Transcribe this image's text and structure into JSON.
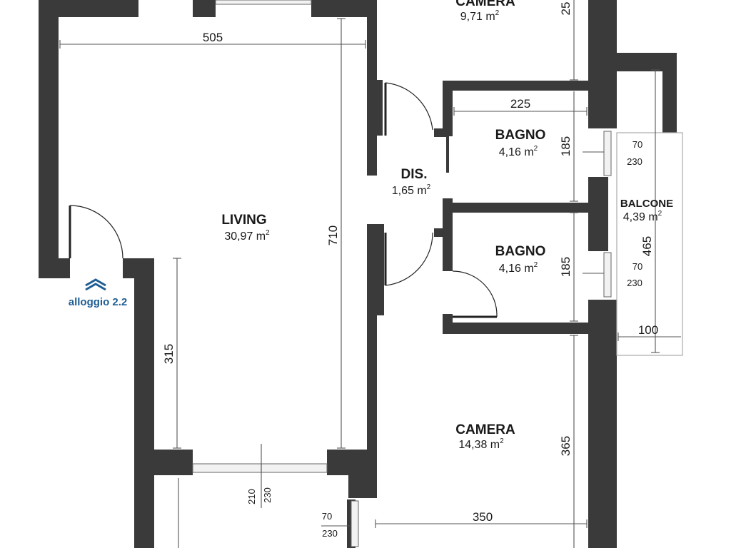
{
  "rooms": {
    "camera_top": {
      "name": "CAMERA",
      "area_num": "9,71 m",
      "area_sup": "2"
    },
    "living": {
      "name": "LIVING",
      "area_num": "30,97 m",
      "area_sup": "2"
    },
    "dis": {
      "name": "DIS.",
      "area_num": "1,65 m",
      "area_sup": "2"
    },
    "bagno_1": {
      "name": "BAGNO",
      "area_num": "4,16 m",
      "area_sup": "2"
    },
    "bagno_2": {
      "name": "BAGNO",
      "area_num": "4,16 m",
      "area_sup": "2"
    },
    "balcone": {
      "name": "BALCONE",
      "area_num": "4,39 m",
      "area_sup": "2"
    },
    "camera_bottom": {
      "name": "CAMERA",
      "area_num": "14,38 m",
      "area_sup": "2"
    }
  },
  "dimensions": {
    "living_width": "505",
    "living_depth": "710",
    "living_lower": "315",
    "camera_top_depth": "25",
    "bagno_width": "225",
    "bagno_1_depth": "185",
    "bagno_2_depth": "185",
    "balcone_length": "465",
    "balcone_depth": "100",
    "camera_bottom_depth": "365",
    "camera_bottom_width": "350"
  },
  "windows": {
    "bagno_1": {
      "width": "70",
      "height": "230"
    },
    "bagno_2": {
      "width": "70",
      "height": "230"
    },
    "living": {
      "width": "210",
      "height": "230"
    },
    "camera_bottom": {
      "width": "70",
      "height": "230"
    }
  },
  "brand": {
    "label": "alloggio 2.2",
    "color": "#1f5e94",
    "icon": "roof-chevron-icon"
  },
  "colors": {
    "wall": "#3a3a3a",
    "dimension_line": "#555555"
  }
}
